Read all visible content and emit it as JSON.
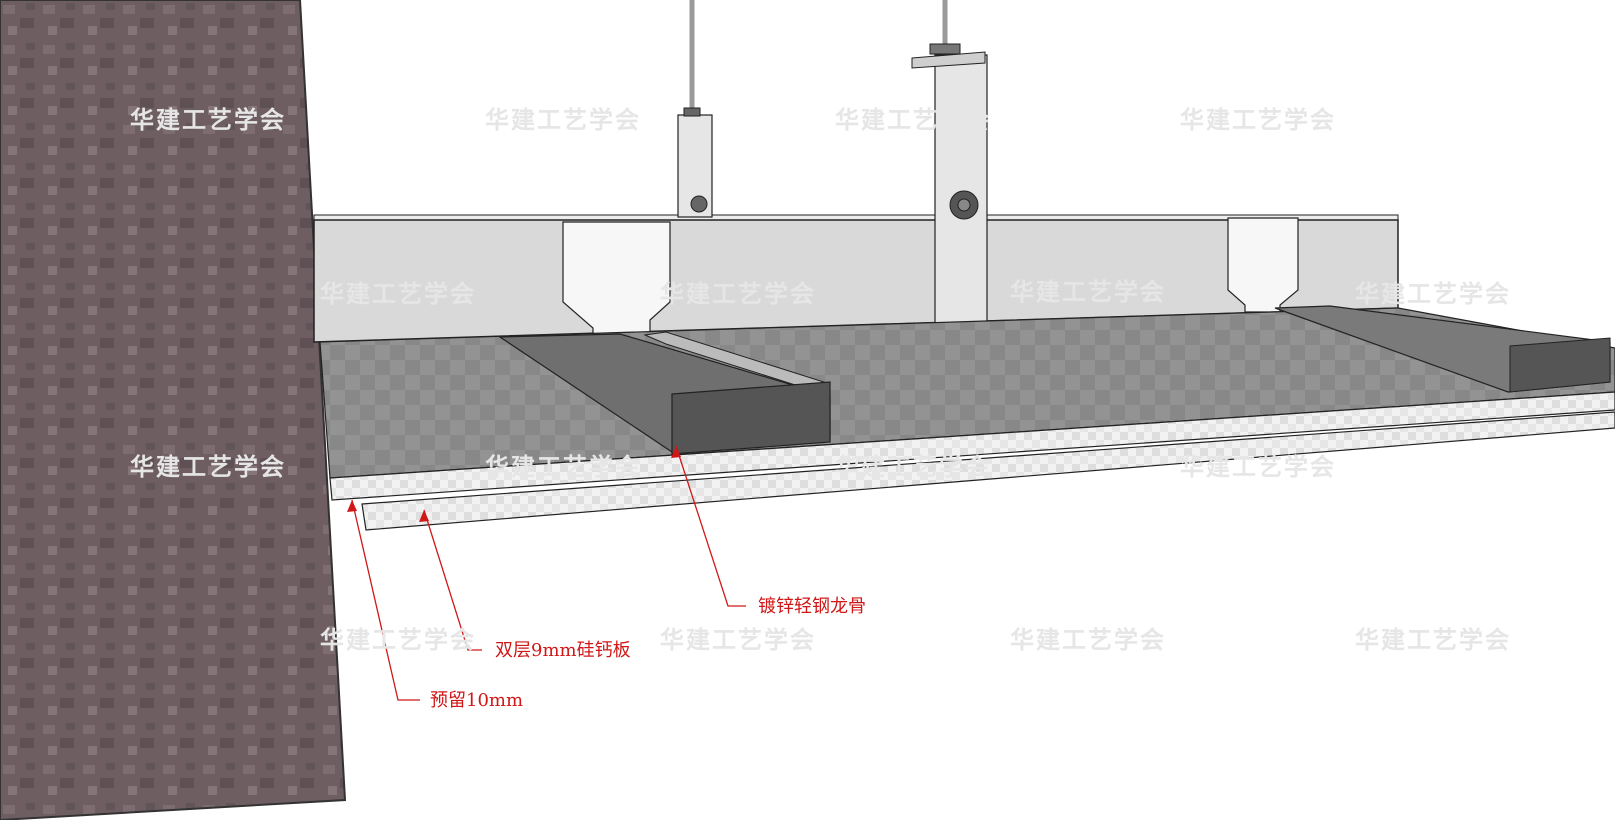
{
  "annotations": {
    "keel": "镀锌轻钢龙骨",
    "board": "双层9mm硅钙板",
    "gap": "预留10mm"
  },
  "watermark": "华建工艺学会",
  "colors": {
    "annotation": "#d01818",
    "wall": "#6e5e62",
    "keel_main": "#d8d8d8",
    "board": "#8a8a8a",
    "board_edge": "#eeeeee"
  }
}
